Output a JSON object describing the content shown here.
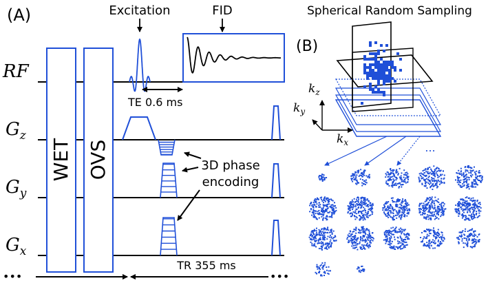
{
  "panel_a": {
    "label": "(A)",
    "excitation_label": "Excitation",
    "fid_label": "FID",
    "te_label": "TE 0.6 ms",
    "tr_label": "TR 355 ms",
    "phase_label_line1": "3D phase",
    "phase_label_line2": "encoding",
    "wet_label": "WET",
    "ovs_label": "OVS",
    "continuation": "•••",
    "axes": {
      "rf": {
        "main": "RF",
        "sub": ""
      },
      "gz": {
        "main": "G",
        "sub": "z"
      },
      "gy": {
        "main": "G",
        "sub": "y"
      },
      "gx": {
        "main": "G",
        "sub": "x"
      }
    }
  },
  "panel_b": {
    "label": "(B)",
    "title": "Spherical Random Sampling",
    "kz": {
      "main": "k",
      "sub": "z"
    },
    "ky": {
      "main": "k",
      "sub": "y"
    },
    "kx": {
      "main": "k",
      "sub": "x"
    },
    "ellipsis": "..."
  },
  "colors": {
    "blue": "#1f4fd8",
    "black": "#000000"
  }
}
